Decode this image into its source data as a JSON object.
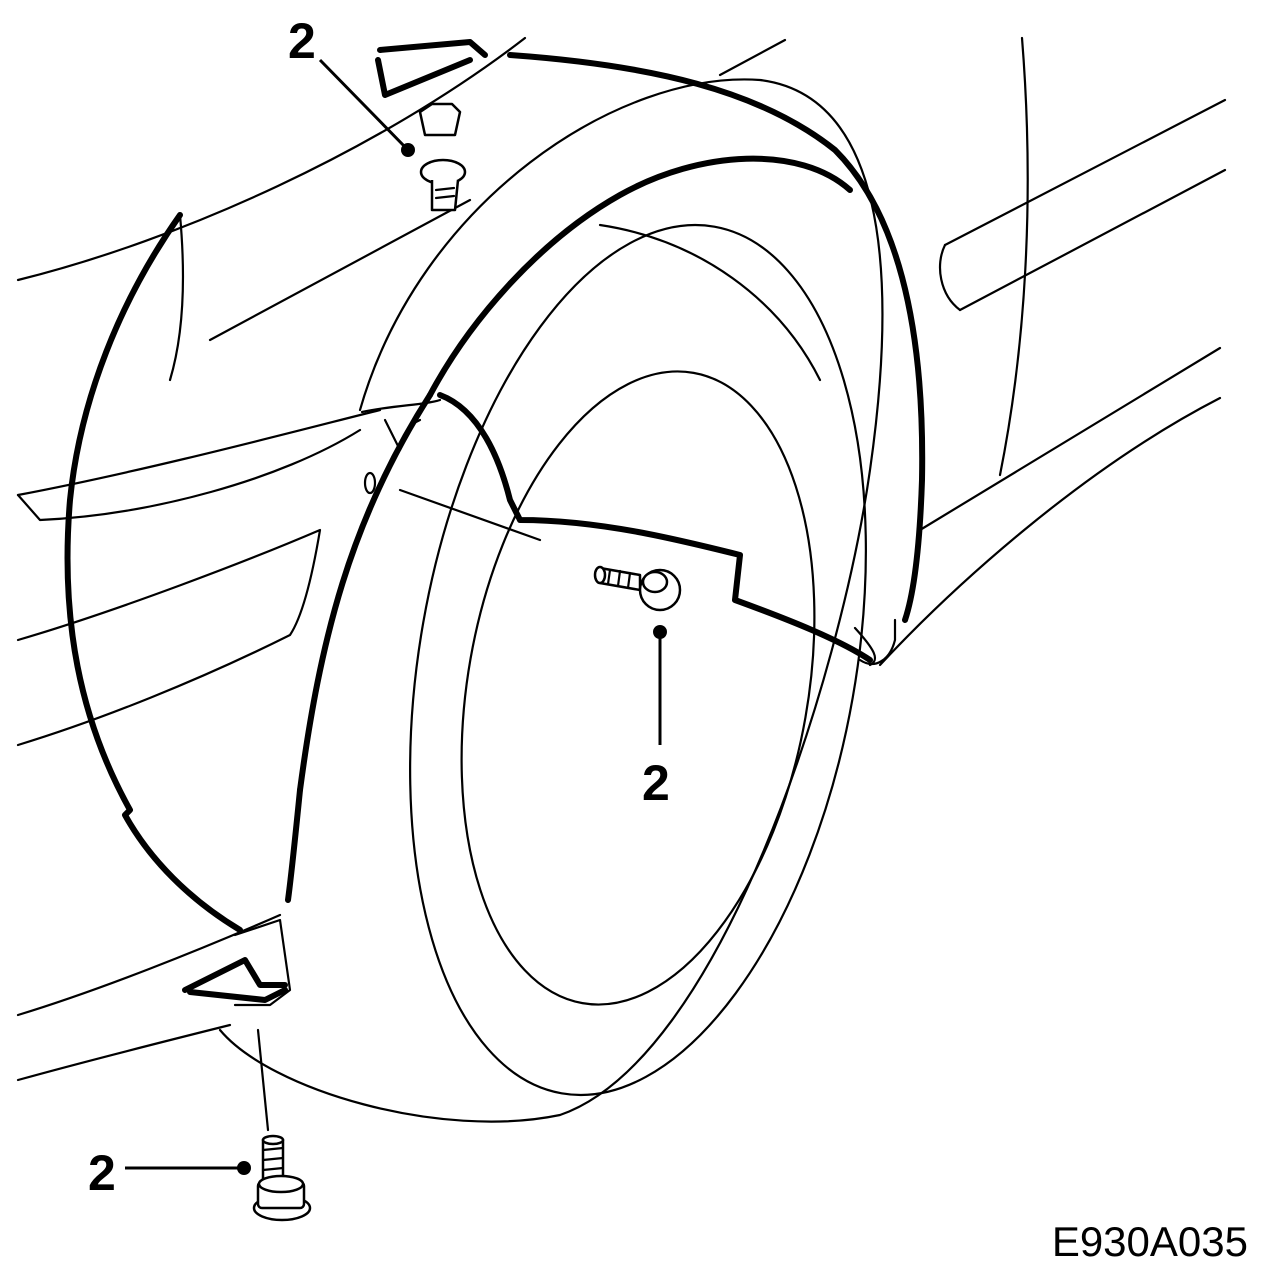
{
  "diagram": {
    "code": "E930A035",
    "callouts": [
      {
        "label": "2"
      },
      {
        "label": "2"
      },
      {
        "label": "2"
      }
    ]
  },
  "colors": {
    "stroke": "#000000",
    "background": "#ffffff"
  },
  "icons": [
    "clip-fastener-icon",
    "screw-fastener-icon",
    "bolt-fastener-icon"
  ]
}
